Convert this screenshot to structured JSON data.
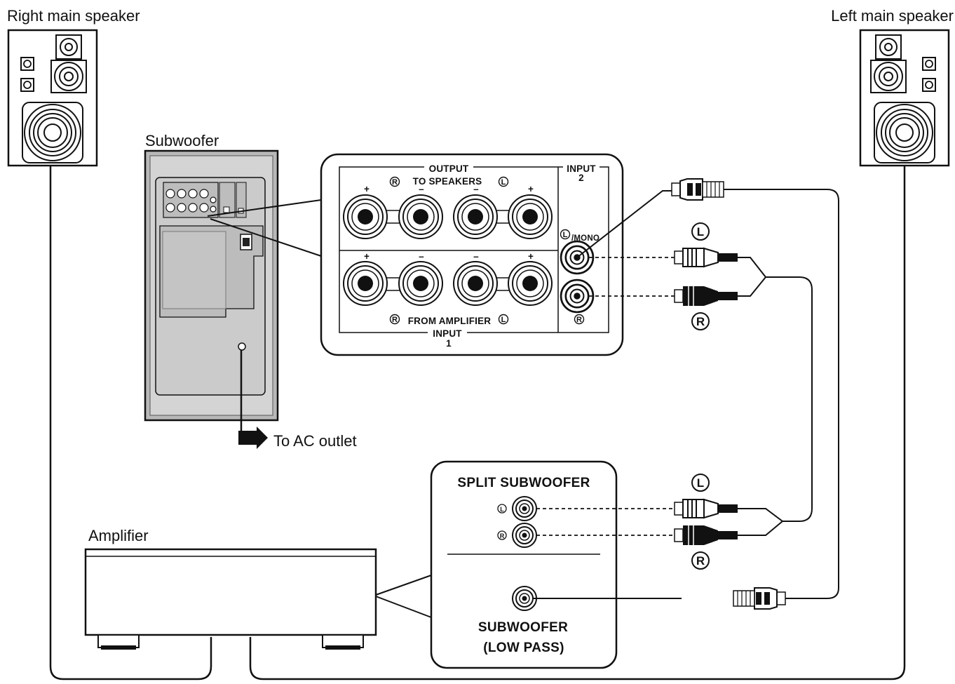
{
  "labels": {
    "right_speaker": "Right main speaker",
    "left_speaker": "Left main speaker",
    "subwoofer": "Subwoofer",
    "ac_outlet": "To AC outlet",
    "amplifier": "Amplifier"
  },
  "sub_panel": {
    "output": "OUTPUT",
    "to_speakers": "TO SPEAKERS",
    "input2": "INPUT",
    "input2_num": "2",
    "mono": "/MONO",
    "from_amplifier": "FROM AMPLIFIER",
    "input1": "INPUT",
    "input1_num": "1",
    "plus": "+",
    "minus": "–",
    "r": "R",
    "l": "L"
  },
  "amp_panel": {
    "split": "SPLIT SUBWOOFER",
    "sub1": "SUBWOOFER",
    "sub2": "(LOW PASS)",
    "l": "L",
    "r": "R"
  },
  "cable_labels": {
    "l": "L",
    "r": "R"
  }
}
